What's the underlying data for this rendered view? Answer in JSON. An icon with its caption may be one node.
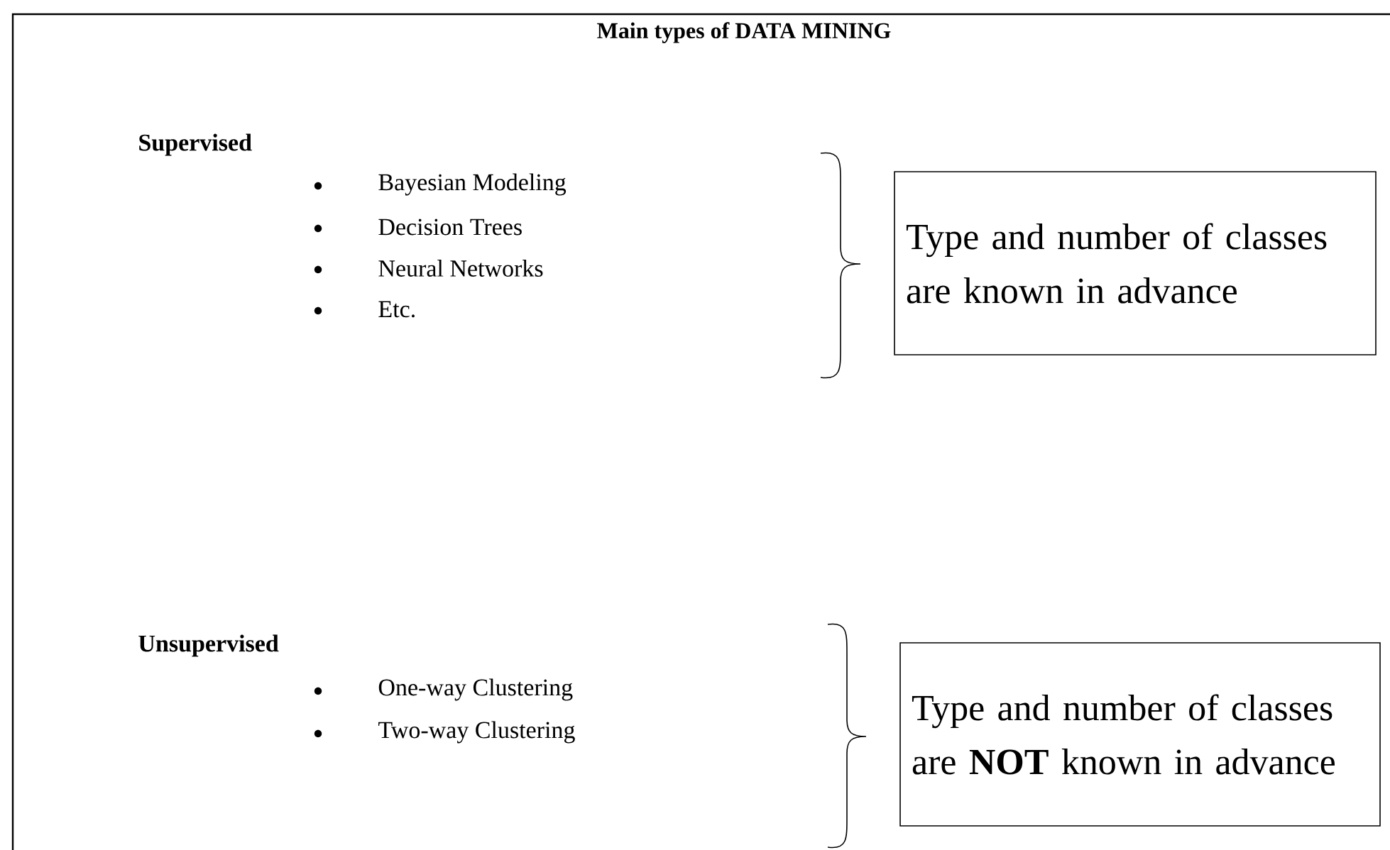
{
  "diagram": {
    "title": "Main types of DATA MINING",
    "nodes": [
      {
        "text": [
          "Type and number of classes are known in advance"
        ]
      },
      {
        "text": [
          "Type and number of classes are **NOT** known in advance"
        ]
      }
    ],
    "labels": [
      "Supervised",
      "Bayesian Modeling",
      "Decision Trees",
      "Neural Networks",
      "Etc.",
      "Unsupervised",
      "One-way Clustering",
      "Two-way Clustering"
    ]
  }
}
